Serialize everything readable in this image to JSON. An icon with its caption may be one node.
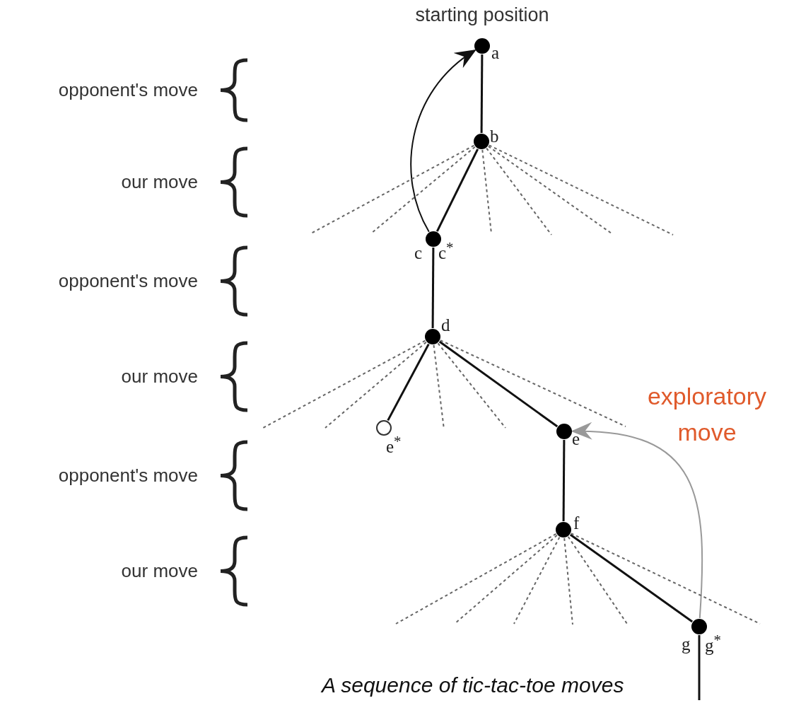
{
  "diagram": {
    "caption": "A sequence of tic-tac-toe moves",
    "nodes": [
      {
        "text": [],
        "shape": "circle",
        "beside": [
          "starting position",
          "a"
        ]
      },
      {
        "text": [],
        "shape": "circle",
        "beside": [
          "b"
        ]
      },
      {
        "text": [],
        "shape": "circle",
        "beside": [
          "c",
          "c$^{*}$"
        ]
      },
      {
        "text": [],
        "shape": "circle",
        "beside": [
          "d"
        ]
      },
      {
        "text": [],
        "shape": "circle",
        "beside": [
          "e$^{*}$"
        ]
      },
      {
        "text": [],
        "shape": "circle",
        "beside": [
          "e"
        ]
      },
      {
        "text": [],
        "shape": "circle",
        "beside": [
          "f"
        ]
      },
      {
        "text": [],
        "shape": "circle",
        "beside": [
          "g",
          "g$^{*}$"
        ]
      }
    ],
    "edges": [
      {
        "from": 0,
        "to": 1,
        "arrow": "none"
      },
      {
        "from": 1,
        "to": 2,
        "arrow": "none"
      },
      {
        "from": 2,
        "to": 0,
        "arrow": "to"
      },
      {
        "from": 2,
        "to": 3,
        "arrow": "none"
      },
      {
        "from": 3,
        "to": 4,
        "arrow": "none"
      },
      {
        "from": 3,
        "to": 5,
        "arrow": "none"
      },
      {
        "from": 5,
        "to": 6,
        "arrow": "none"
      },
      {
        "from": 6,
        "to": 7,
        "arrow": "none"
      },
      {
        "from": 7,
        "to": 5,
        "arrow": "to",
        "color": "#999999",
        "label": "exploratory move"
      },
      {
        "from": 7,
        "to": null,
        "arrow": "none"
      },
      {
        "from": 1,
        "to": null,
        "arrow": "none",
        "style": "dashed"
      },
      {
        "from": 1,
        "to": null,
        "arrow": "none",
        "style": "dashed"
      },
      {
        "from": 1,
        "to": null,
        "arrow": "none",
        "style": "dashed"
      },
      {
        "from": 1,
        "to": null,
        "arrow": "none",
        "style": "dashed"
      },
      {
        "from": 1,
        "to": null,
        "arrow": "none",
        "style": "dashed"
      },
      {
        "from": 1,
        "to": null,
        "arrow": "none",
        "style": "dashed"
      },
      {
        "from": 3,
        "to": null,
        "arrow": "none",
        "style": "dashed"
      },
      {
        "from": 3,
        "to": null,
        "arrow": "none",
        "style": "dashed"
      },
      {
        "from": 3,
        "to": null,
        "arrow": "none",
        "style": "dashed"
      },
      {
        "from": 3,
        "to": null,
        "arrow": "none",
        "style": "dashed"
      },
      {
        "from": 3,
        "to": null,
        "arrow": "none",
        "style": "dashed"
      },
      {
        "from": 6,
        "to": null,
        "arrow": "none",
        "style": "dashed"
      },
      {
        "from": 6,
        "to": null,
        "arrow": "none",
        "style": "dashed"
      },
      {
        "from": 6,
        "to": null,
        "arrow": "none",
        "style": "dashed"
      },
      {
        "from": 6,
        "to": null,
        "arrow": "none",
        "style": "dashed"
      },
      {
        "from": 6,
        "to": null,
        "arrow": "none",
        "style": "dashed"
      },
      {
        "from": 6,
        "to": null,
        "arrow": "none",
        "style": "dashed"
      }
    ],
    "labels": [
      "opponent's move",
      "our move",
      "opponent's move",
      "our move",
      "opponent's move",
      "our move"
    ]
  }
}
